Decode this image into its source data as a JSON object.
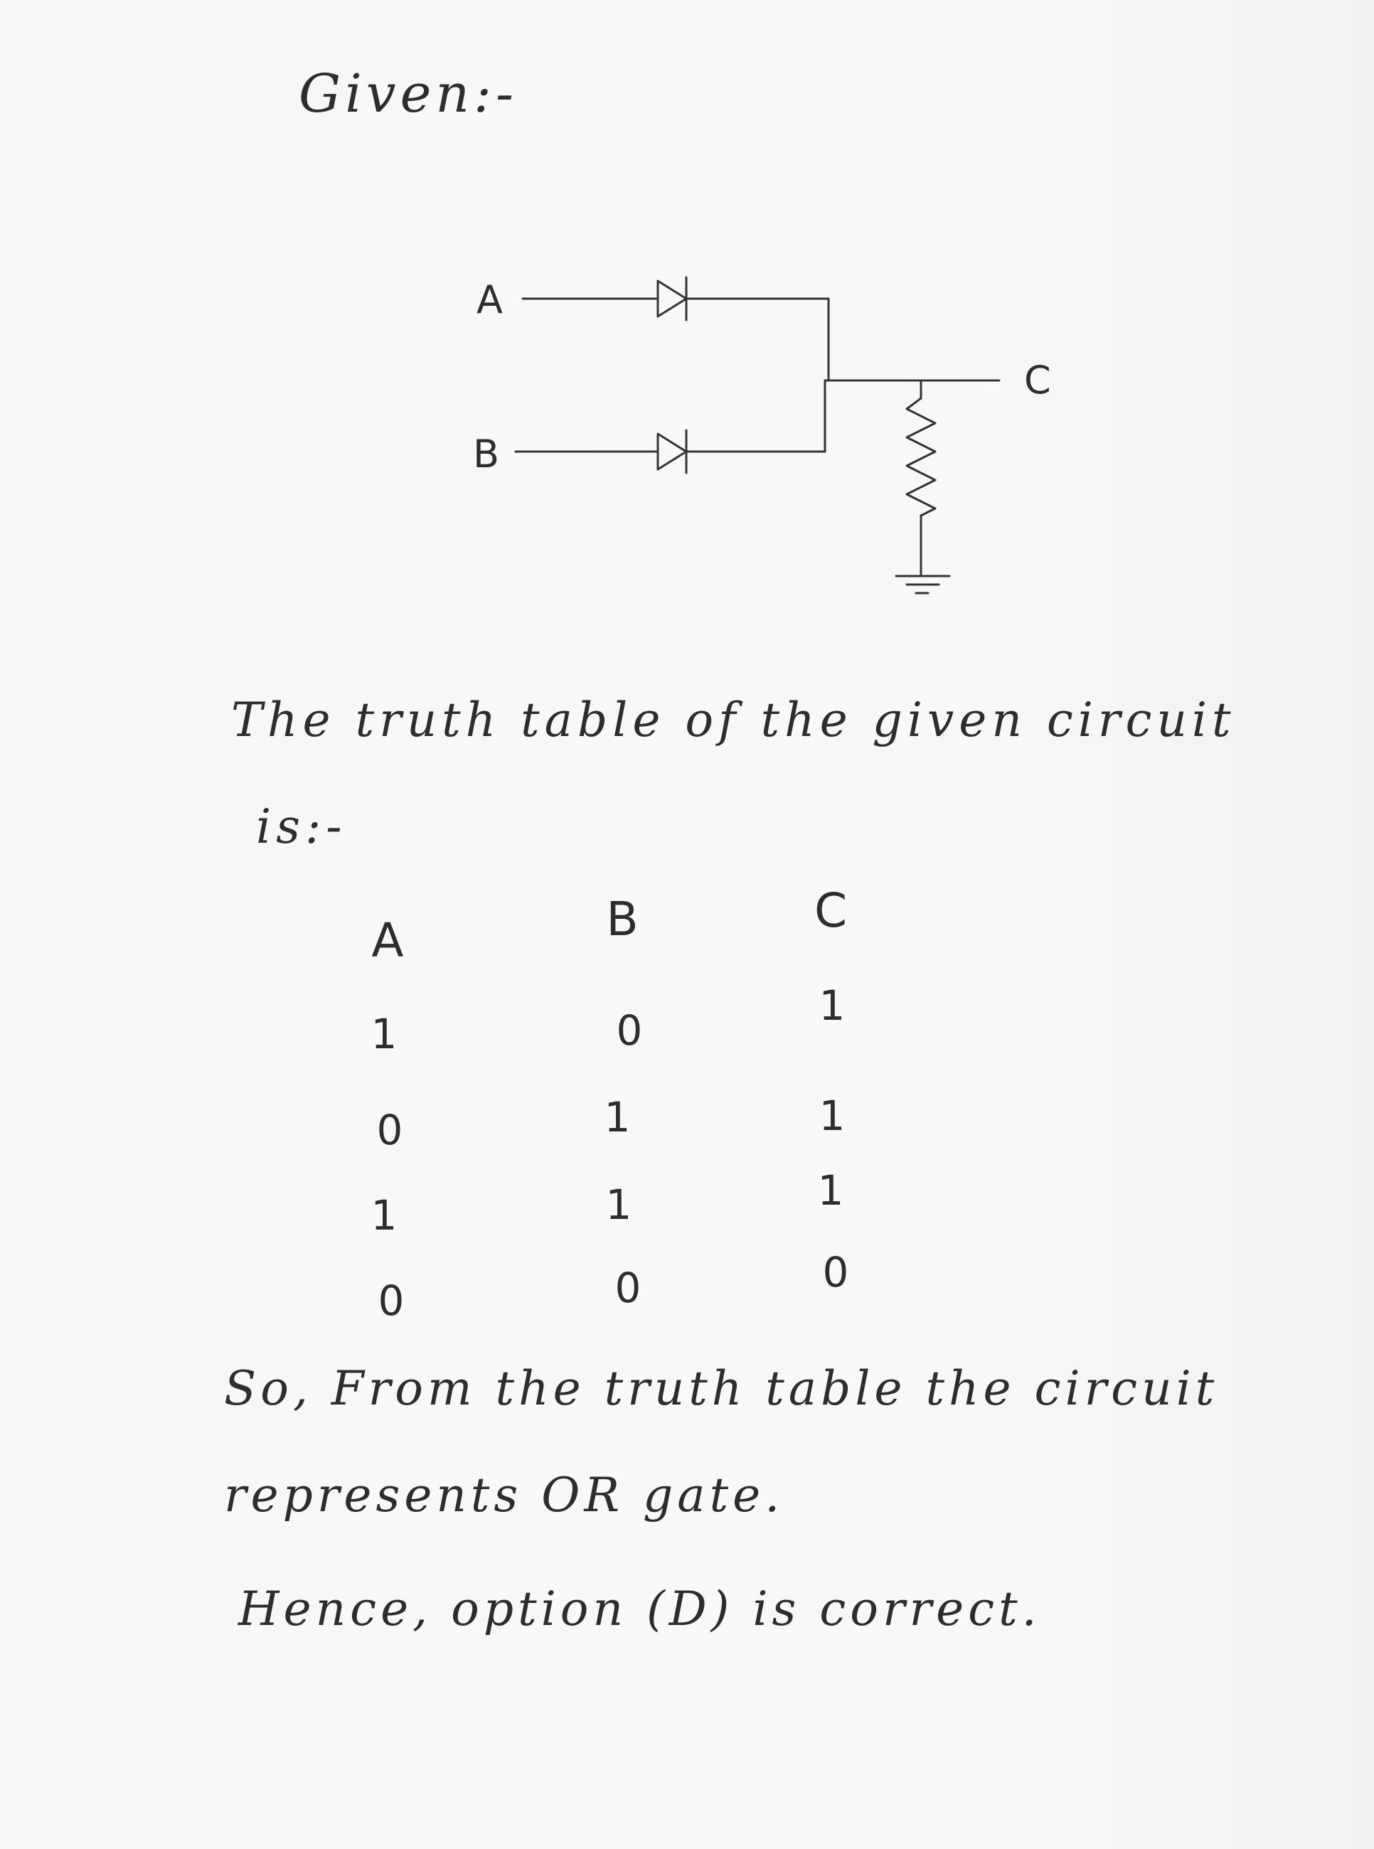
{
  "heading": "Given:-",
  "circuit": {
    "input_a": "A",
    "input_b": "B",
    "output": "C"
  },
  "intro": {
    "line1": "The truth table of the given circuit",
    "line2": "is:-"
  },
  "truth_table": {
    "headers": [
      "A",
      "B",
      "C"
    ],
    "rows": [
      [
        "1",
        "0",
        "1"
      ],
      [
        "0",
        "1",
        "1"
      ],
      [
        "1",
        "1",
        "1"
      ],
      [
        "0",
        "0",
        "0"
      ]
    ]
  },
  "conclusion": {
    "line1": "So, From the truth table the circuit",
    "line2": "represents OR gate.",
    "line3": "Hence, option (D) is correct."
  }
}
